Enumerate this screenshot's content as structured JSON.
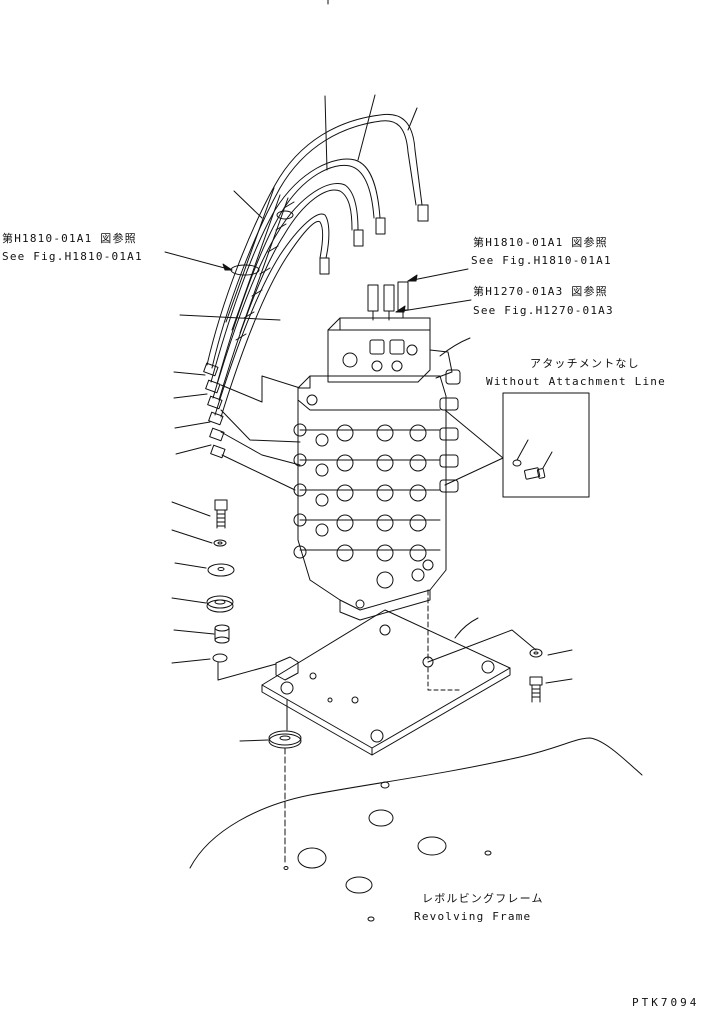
{
  "diagram": {
    "line_color": "#111111",
    "background": "#ffffff",
    "labels": {
      "ref_h1810_left_jp": "第H1810-01A1 図参照",
      "ref_h1810_left_en": "See Fig.H1810-01A1",
      "ref_h1810_right_jp": "第H1810-01A1 図参照",
      "ref_h1810_right_en": "See Fig.H1810-01A1",
      "ref_h1270_jp": "第H1270-01A3 図参照",
      "ref_h1270_en": "See Fig.H1270-01A3",
      "no_attachment_jp": "アタッチメントなし",
      "no_attachment_en": "Without Attachment Line",
      "revolving_frame_jp": "レボルビングフレーム",
      "revolving_frame_en": "Revolving Frame",
      "drawing_code": "PTK7094"
    }
  }
}
